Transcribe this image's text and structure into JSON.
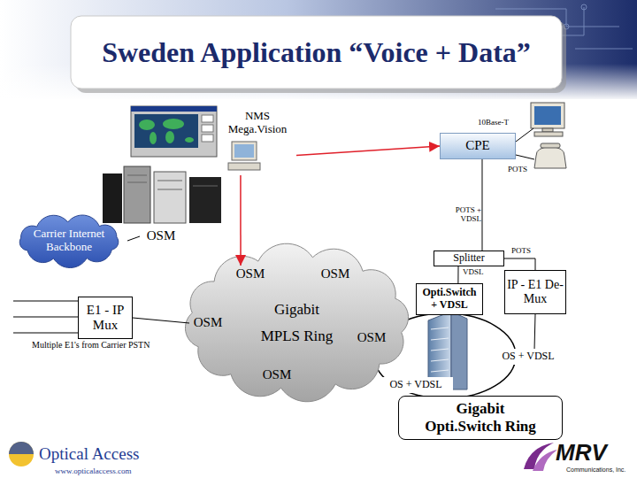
{
  "diagram": {
    "title": "Sweden Application “Voice + Data”",
    "nodes": [
      {
        "text": [
          "NMS Mega.Vision"
        ]
      },
      {
        "text": [
          "CPE"
        ]
      },
      {
        "text": [
          "Carrier Internet Backbone"
        ]
      },
      {
        "text": [
          "OSM"
        ]
      },
      {
        "text": [
          "Gigabit MPLS Ring"
        ]
      },
      {
        "text": [
          "OSM"
        ],
        "in": 4
      },
      {
        "text": [
          "OSM"
        ],
        "in": 4
      },
      {
        "text": [
          "Splitter"
        ]
      },
      {
        "text": [
          "E1 - IP Mux"
        ]
      },
      {
        "text": [
          "OSM"
        ],
        "in": 4
      },
      {
        "text": [
          "Opti.Switch + VDSL"
        ]
      },
      {
        "text": [
          "IP - E1 De-Mux"
        ]
      },
      {
        "text": [
          "OSM"
        ],
        "in": 4
      },
      {
        "text": [
          "OSM"
        ],
        "in": 4
      },
      {
        "text": [
          "OS + VDSL"
        ]
      },
      {
        "text": [
          "OS + VDSL"
        ]
      },
      {
        "text": [
          "Gigabit Opti.Switch Ring"
        ]
      }
    ],
    "edges": [
      {
        "from": 0,
        "to": 1,
        "arrow": "to"
      },
      {
        "from": 0,
        "to": 5,
        "arrow": "to"
      },
      {
        "from": 1,
        "to": 7,
        "label": "POTS + VDSL",
        "arrow": "none"
      },
      {
        "from": 2,
        "to": 3,
        "arrow": "none"
      },
      {
        "from": 7,
        "to": 10,
        "label": "VDSL",
        "arrow": "none"
      },
      {
        "from": 7,
        "to": 11,
        "label": "POTS",
        "arrow": "none"
      },
      {
        "from": 8,
        "to": 9,
        "arrow": "none"
      },
      {
        "from": 11,
        "to": 14,
        "arrow": "none"
      }
    ],
    "labels": [
      "10Base-T",
      "POTS",
      "Multiple E1's from Carrier PSTN",
      "Optical Access",
      "www.opticalaccess.com",
      "MRV",
      "Communications, Inc."
    ]
  }
}
